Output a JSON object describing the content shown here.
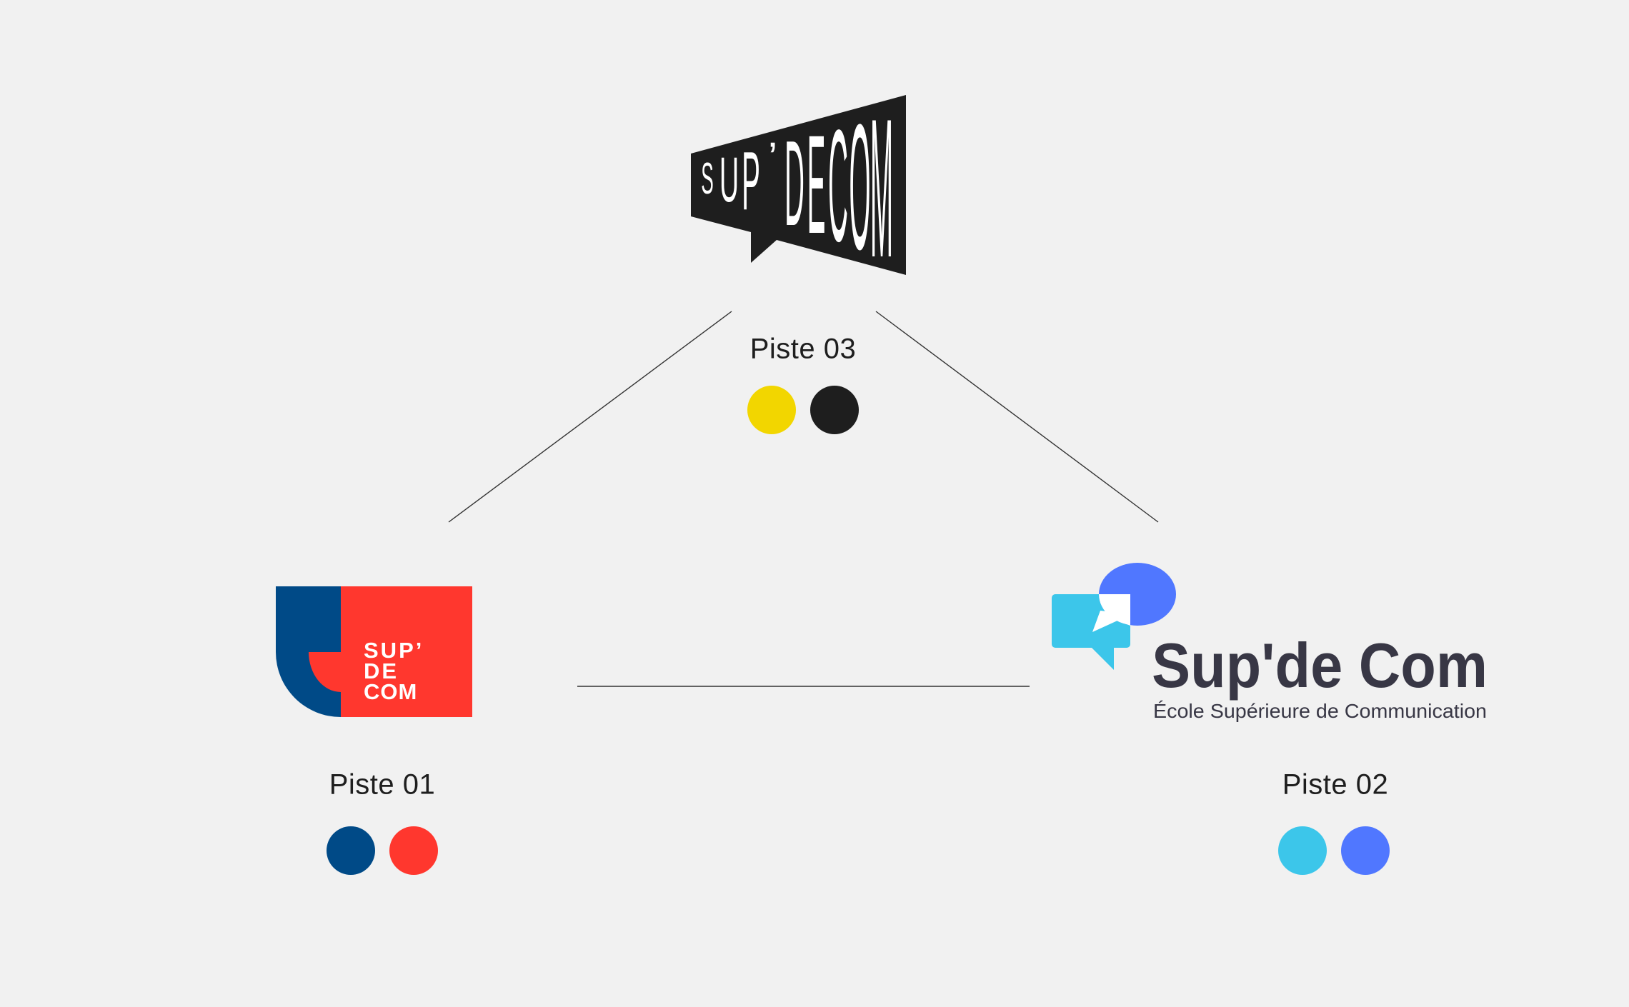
{
  "options": [
    {
      "id": "piste-01",
      "label": "Piste 01",
      "logo_text": [
        "SUP’",
        "DE",
        "COM"
      ],
      "colors": [
        "#004a87",
        "#ff372e"
      ]
    },
    {
      "id": "piste-02",
      "label": "Piste 02",
      "logo_text": "Sup'de Com",
      "logo_subtitle": "École Supérieure de Communication",
      "text_color": "#383745",
      "colors": [
        "#3cc6ea",
        "#5077ff"
      ]
    },
    {
      "id": "piste-03",
      "label": "Piste 03",
      "logo_text": "SUP’DECOM",
      "colors": [
        "#f2d600",
        "#1e1e1e"
      ]
    }
  ]
}
